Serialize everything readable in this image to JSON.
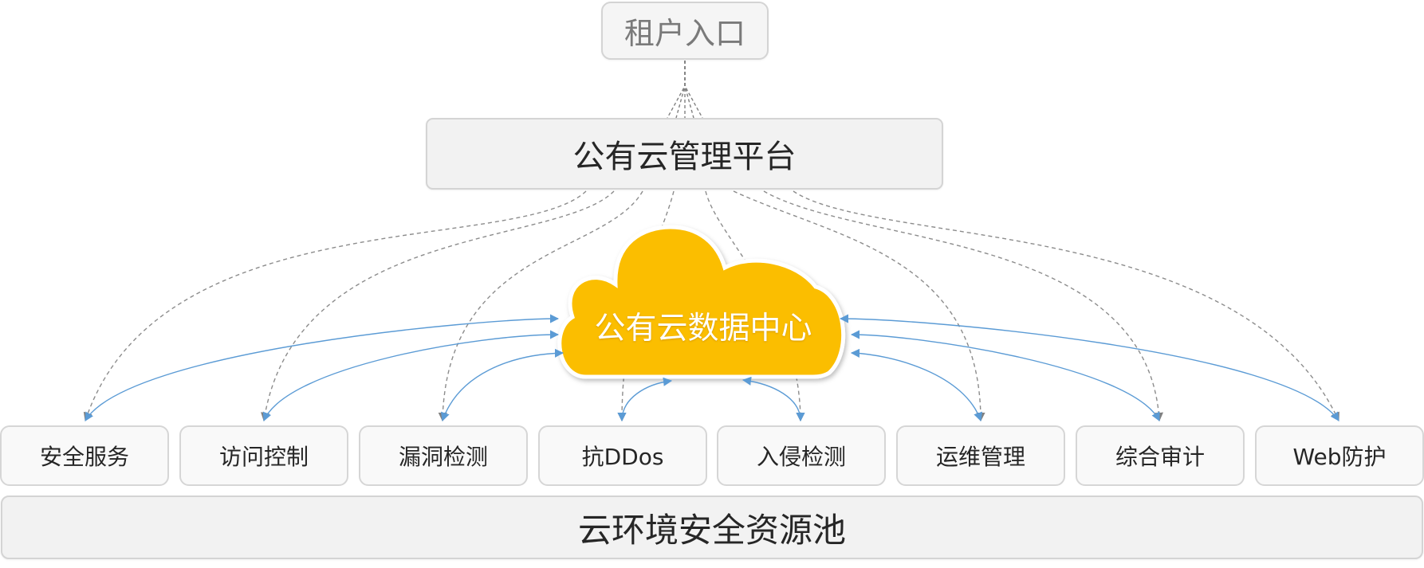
{
  "portal": {
    "label": "租户入口"
  },
  "platform": {
    "label": "公有云管理平台"
  },
  "datacenter": {
    "label": "公有云数据中心"
  },
  "modules": [
    "安全服务",
    "访问控制",
    "漏洞检测",
    "抗DDos",
    "入侵检测",
    "运维管理",
    "综合审计",
    "Web防护"
  ],
  "resource_pool": {
    "label": "云环境安全资源池"
  },
  "colors": {
    "cloud_fill": "#fbbe00",
    "cloud_outline": "#ffffff",
    "link_dashed": "#8c8c8c",
    "link_blue": "#5b9bd5"
  }
}
